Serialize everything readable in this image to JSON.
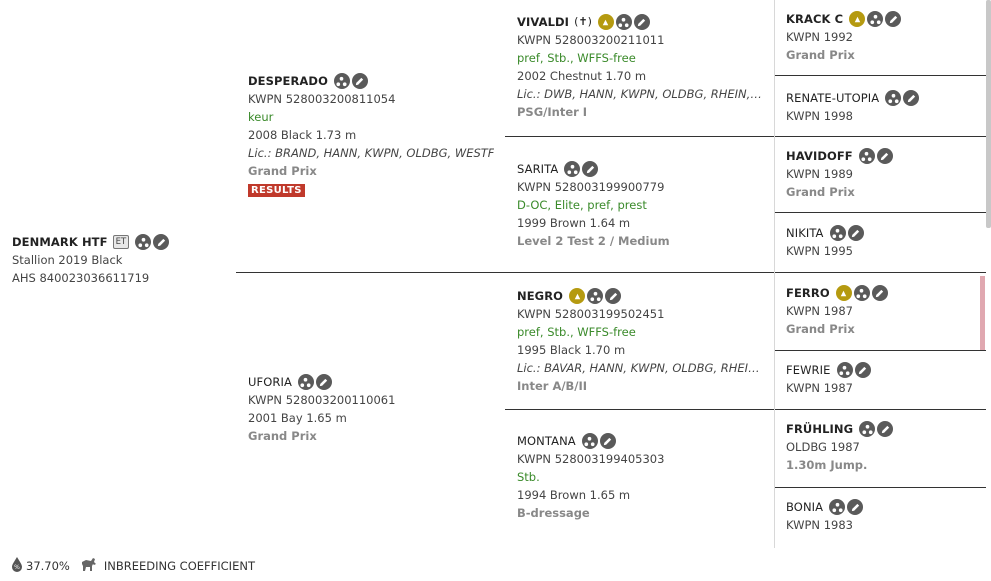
{
  "subject": {
    "name": "DENMARK HTF",
    "badge": "ET",
    "line1": "Stallion 2019 Black",
    "line2": "AHS 840023036611719"
  },
  "sire": {
    "name": "DESPERADO",
    "reg": "KWPN 528003200811054",
    "pred": "keur",
    "info": "2008 Black 1.73 m",
    "lic": "Lic.: BRAND, HANN, KWPN, OLDBG, WESTF",
    "level": "Grand Prix",
    "results": "RESULTS"
  },
  "dam": {
    "name": "UFORIA",
    "reg": "KWPN 528003200110061",
    "info": "2001 Bay 1.65 m",
    "level": "Grand Prix"
  },
  "ss": {
    "name": "VIVALDI",
    "cross": "(✝)",
    "reg": "KWPN 528003200211011",
    "pred": "pref, Stb., WFFS-free",
    "info": "2002 Chestnut 1.70 m",
    "lic": "Lic.: DWB, HANN, KWPN, OLDBG, RHEIN, SAT…",
    "level": "PSG/Inter I"
  },
  "sd": {
    "name": "SARITA",
    "reg": "KWPN 528003199900779",
    "pred": "D-OC, Elite, pref, prest",
    "info": "1999 Brown 1.64 m",
    "level": "Level 2 Test 2 / Medium"
  },
  "ds": {
    "name": "NEGRO",
    "reg": "KWPN 528003199502451",
    "pred": "pref, Stb., WFFS-free",
    "info": "1995 Black 1.70 m",
    "lic": "Lic.: BAVAR, HANN, KWPN, OLDBG, RHEIN, SF…",
    "level": "Inter A/B/II"
  },
  "dd": {
    "name": "MONTANA",
    "reg": "KWPN 528003199405303",
    "pred": "Stb.",
    "info": "1994 Brown 1.65 m",
    "level": "B-dressage"
  },
  "g4": [
    {
      "name": "KRACK C",
      "reg": "KWPN 1992",
      "level": "Grand Prix"
    },
    {
      "name": "RENATE-UTOPIA",
      "reg": "KWPN 1998",
      "level": ""
    },
    {
      "name": "HAVIDOFF",
      "reg": "KWPN 1989",
      "level": "Grand Prix"
    },
    {
      "name": "NIKITA",
      "reg": "KWPN 1995",
      "level": ""
    },
    {
      "name": "FERRO",
      "reg": "KWPN 1987",
      "level": "Grand Prix"
    },
    {
      "name": "FEWRIE",
      "reg": "KWPN 1987",
      "level": ""
    },
    {
      "name": "FRÜHLING",
      "reg": "OLDBG 1987",
      "level": "1.30m Jump."
    },
    {
      "name": "BONIA",
      "reg": "KWPN 1983",
      "level": ""
    }
  ],
  "footer": {
    "percent": "37.70%",
    "label": "INBREEDING COEFFICIENT"
  },
  "colors": {
    "icon_grey": "#5a5a5a",
    "icon_gold": "#b59a10",
    "green_text": "#3a8a2a",
    "results_red": "#c0392b"
  }
}
